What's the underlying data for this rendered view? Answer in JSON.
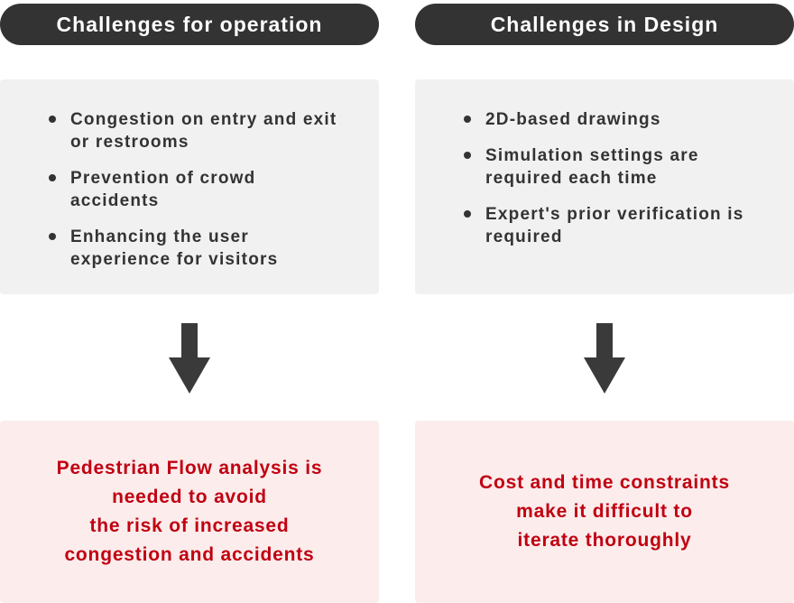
{
  "columns": [
    {
      "header": "Challenges for operation",
      "bullets": [
        "Congestion on entry and exit or restrooms",
        "Prevention of crowd accidents",
        "Enhancing the user experience for visitors"
      ],
      "result_lines": [
        "Pedestrian Flow analysis is",
        "needed to avoid",
        "the risk of increased",
        "congestion and accidents"
      ]
    },
    {
      "header": "Challenges in Design",
      "bullets": [
        "2D-based drawings",
        "Simulation settings are required each time",
        "Expert's prior verification is required"
      ],
      "result_lines": [
        "Cost and time constraints",
        "make it difficult to",
        "iterate thoroughly"
      ]
    }
  ],
  "colors": {
    "header_bg": "#333333",
    "header_text": "#ffffff",
    "panel_bg": "#f1f1f1",
    "body_text": "#333333",
    "arrow": "#3a3a3a",
    "result_bg": "#fcecec",
    "result_text": "#c00011"
  }
}
